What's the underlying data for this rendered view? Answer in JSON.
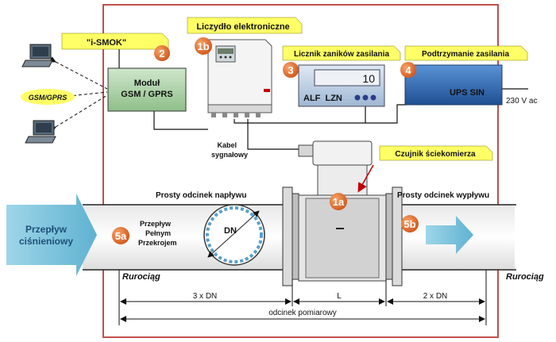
{
  "labels": {
    "ismok": "\"i-SMOK\"",
    "modul_line1": "Moduł",
    "modul_line2": "GSM / GPRS",
    "gsm_gprs": "GSM/GPRS",
    "liczydlo": "Liczydło elektroniczne",
    "licznik_zanikow": "Licznik zaników zasilania",
    "podtrzymanie": "Podtrzymanie zasilania",
    "counter_value": "10",
    "counter_text": "ALF  LZN",
    "ups": "UPS SIN",
    "voltage": "230 V ac",
    "kabel_line1": "Kabel",
    "kabel_line2": "sygnałowy",
    "czujnik": "Czujnik ściekomierza",
    "napływ": "Prosty odcinek napływu",
    "wyplyw": "Prosty odcinek wypływu",
    "przeplyw_cisn_line1": "Przepływ",
    "przeplyw_cisn_line2": "ciśnieniowy",
    "pelny_line1": "Przepływ",
    "pelny_line2": "Pełnym",
    "pelny_line3": "Przekrojem",
    "dn": "DN",
    "rurociag_left": "Rurociąg",
    "rurociag_right": "Rurociąg",
    "dim_3dn": "3 x DN",
    "dim_l": "L",
    "dim_2dn": "2 x DN",
    "odcinek_pomiarowy": "odcinek pomiarowy"
  },
  "badges": {
    "b2": "2",
    "b1b": "1b",
    "b3": "3",
    "b4": "4",
    "b1a": "1a",
    "b5a": "5a",
    "b5b": "5b"
  },
  "colors": {
    "frame": "#c0504d",
    "yellow_label": "#ffff66",
    "badge": "#e36c2a",
    "module_green": "#a9cfa4",
    "ups_blue": "#2f6db3",
    "arrow_blue": "#7ec4dc"
  }
}
